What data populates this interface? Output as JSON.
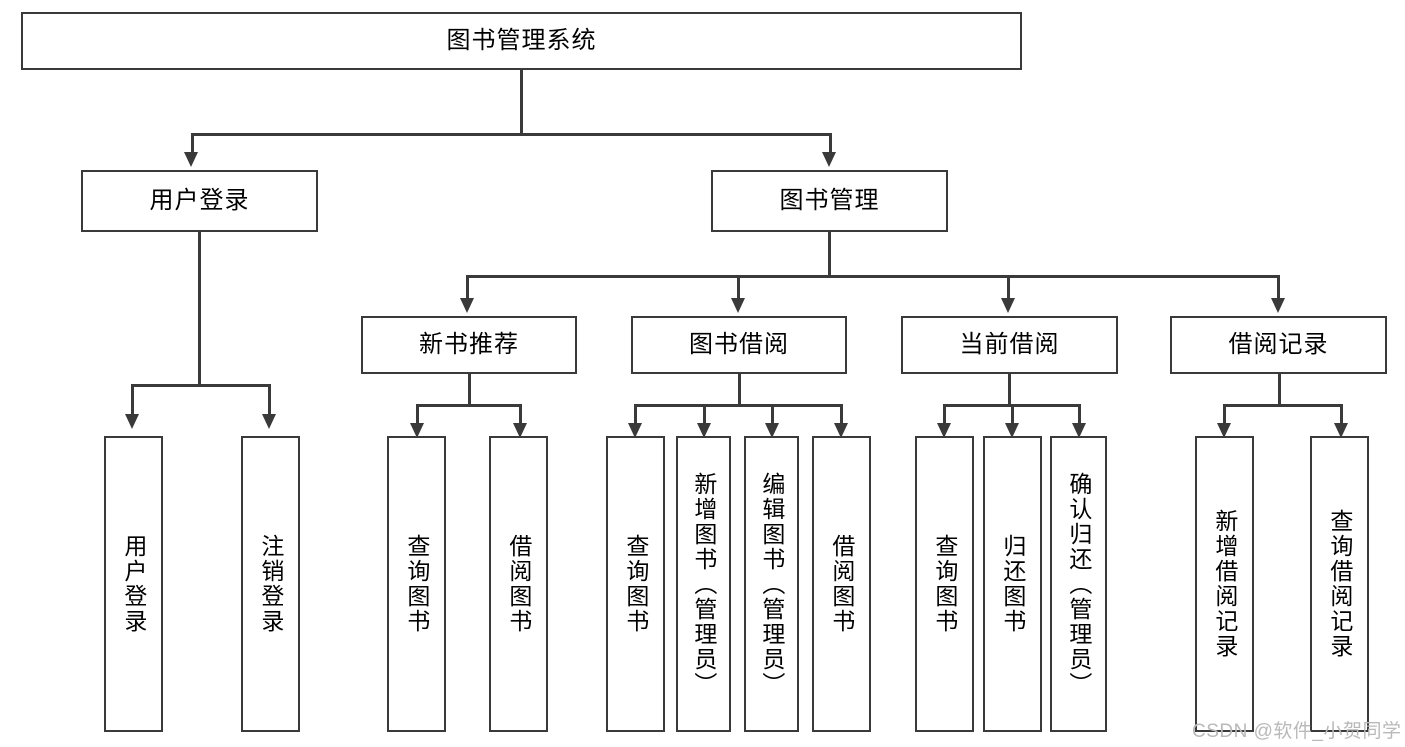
{
  "diagram": {
    "title": "图书管理系统",
    "type": "hierarchy-tree",
    "levels": 4,
    "root": {
      "label": "图书管理系统"
    },
    "level2": [
      {
        "label": "用户登录"
      },
      {
        "label": "图书管理"
      }
    ],
    "level3": [
      {
        "label": "新书推荐"
      },
      {
        "label": "图书借阅"
      },
      {
        "label": "当前借阅"
      },
      {
        "label": "借阅记录"
      }
    ],
    "leaves": {
      "user_login": [
        {
          "label": "用户登录"
        },
        {
          "label": "注销登录"
        }
      ],
      "new_book_recommend": [
        {
          "label": "查询图书"
        },
        {
          "label": "借阅图书"
        }
      ],
      "book_borrow": [
        {
          "label": "查询图书"
        },
        {
          "label": "新增图书（管理员）"
        },
        {
          "label": "编辑图书（管理员）"
        },
        {
          "label": "借阅图书"
        }
      ],
      "current_borrow": [
        {
          "label": "查询图书"
        },
        {
          "label": "归还图书"
        },
        {
          "label": "确认归还（管理员）"
        }
      ],
      "borrow_record": [
        {
          "label": "新增借阅记录"
        },
        {
          "label": "查询借阅记录"
        }
      ]
    }
  },
  "watermark": {
    "text": "CSDN @软件_小贺同学"
  },
  "colors": {
    "stroke": "#3a3a3a",
    "background": "#ffffff",
    "text": "#000000",
    "watermark": "#b9b9b9"
  }
}
